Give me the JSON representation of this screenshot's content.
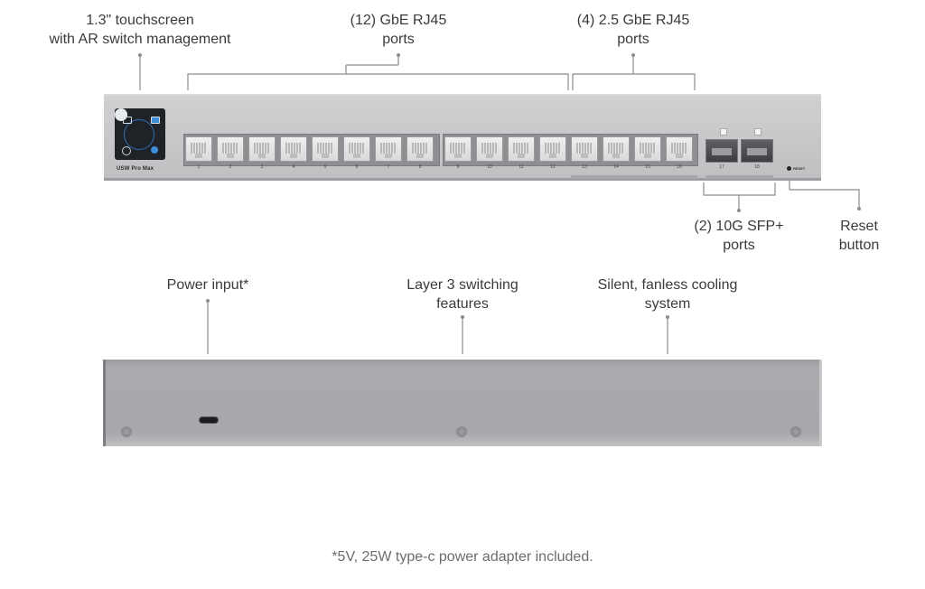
{
  "callouts": {
    "touchscreen": [
      "1.3\" touchscreen",
      "with AR switch management"
    ],
    "gbe_ports": [
      "(12) GbE RJ45",
      "ports"
    ],
    "gbe25_ports": [
      "(4) 2.5 GbE RJ45",
      "ports"
    ],
    "sfp_ports": [
      "(2) 10G SFP+",
      "ports"
    ],
    "reset_button": [
      "Reset",
      "button"
    ],
    "power_input": [
      "Power input*"
    ],
    "layer3": [
      "Layer 3 switching",
      "features"
    ],
    "cooling": [
      "Silent, fanless cooling",
      "system"
    ]
  },
  "device": {
    "model": "USW Pro Max",
    "rj45_port_numbers": [
      "1",
      "2",
      "3",
      "4",
      "5",
      "6",
      "7",
      "8",
      "9",
      "10",
      "11",
      "12",
      "13",
      "14",
      "15",
      "16"
    ],
    "sfp_port_numbers": [
      "17",
      "18"
    ],
    "reset_label": "RESET"
  },
  "footnote": "*5V, 25W type-c power adapter included."
}
